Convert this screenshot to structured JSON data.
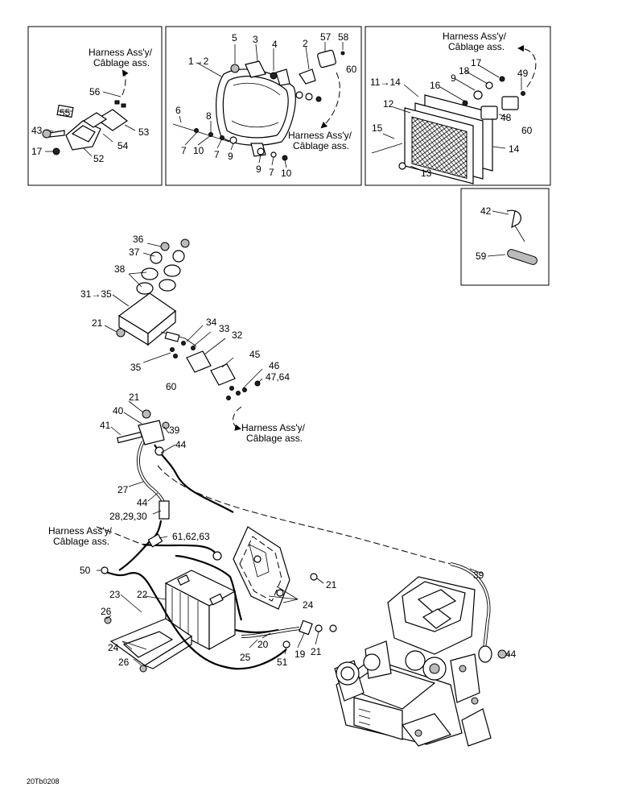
{
  "harness_label_line1": "Harness Ass'y/",
  "harness_label_line2": "Câblage ass.",
  "drawing_code": "20Tb0208",
  "callouts": {
    "l_1_2": "1→2",
    "l_2": "2",
    "l_3": "3",
    "l_4": "4",
    "l_5": "5",
    "l_6": "6",
    "l_7": "7",
    "l_8": "8",
    "l_9": "9",
    "l_10": "10",
    "l_11_14": "11→14",
    "l_12": "12",
    "l_13": "13",
    "l_14": "14",
    "l_15": "15",
    "l_16": "16",
    "l_17": "17",
    "l_18": "18",
    "l_19": "19",
    "l_20": "20",
    "l_21": "21",
    "l_22": "22",
    "l_23": "23",
    "l_24": "24",
    "l_25": "25",
    "l_26": "26",
    "l_27": "27",
    "l_28_30": "28,29,30",
    "l_31_35": "31→35",
    "l_32": "32",
    "l_33": "33",
    "l_34": "34",
    "l_35": "35",
    "l_36": "36",
    "l_37": "37",
    "l_38": "38",
    "l_39": "39",
    "l_40": "40",
    "l_41": "41",
    "l_42": "42",
    "l_43": "43",
    "l_44": "44",
    "l_45": "45",
    "l_46": "46",
    "l_47_64": "47,64",
    "l_48": "48",
    "l_49": "49",
    "l_50": "50",
    "l_51": "51",
    "l_52": "52",
    "l_53": "53",
    "l_54": "54",
    "l_55": "55",
    "l_56": "56",
    "l_57": "57",
    "l_58": "58",
    "l_59": "59",
    "l_60": "60",
    "l_61_63": "61,62,63"
  }
}
